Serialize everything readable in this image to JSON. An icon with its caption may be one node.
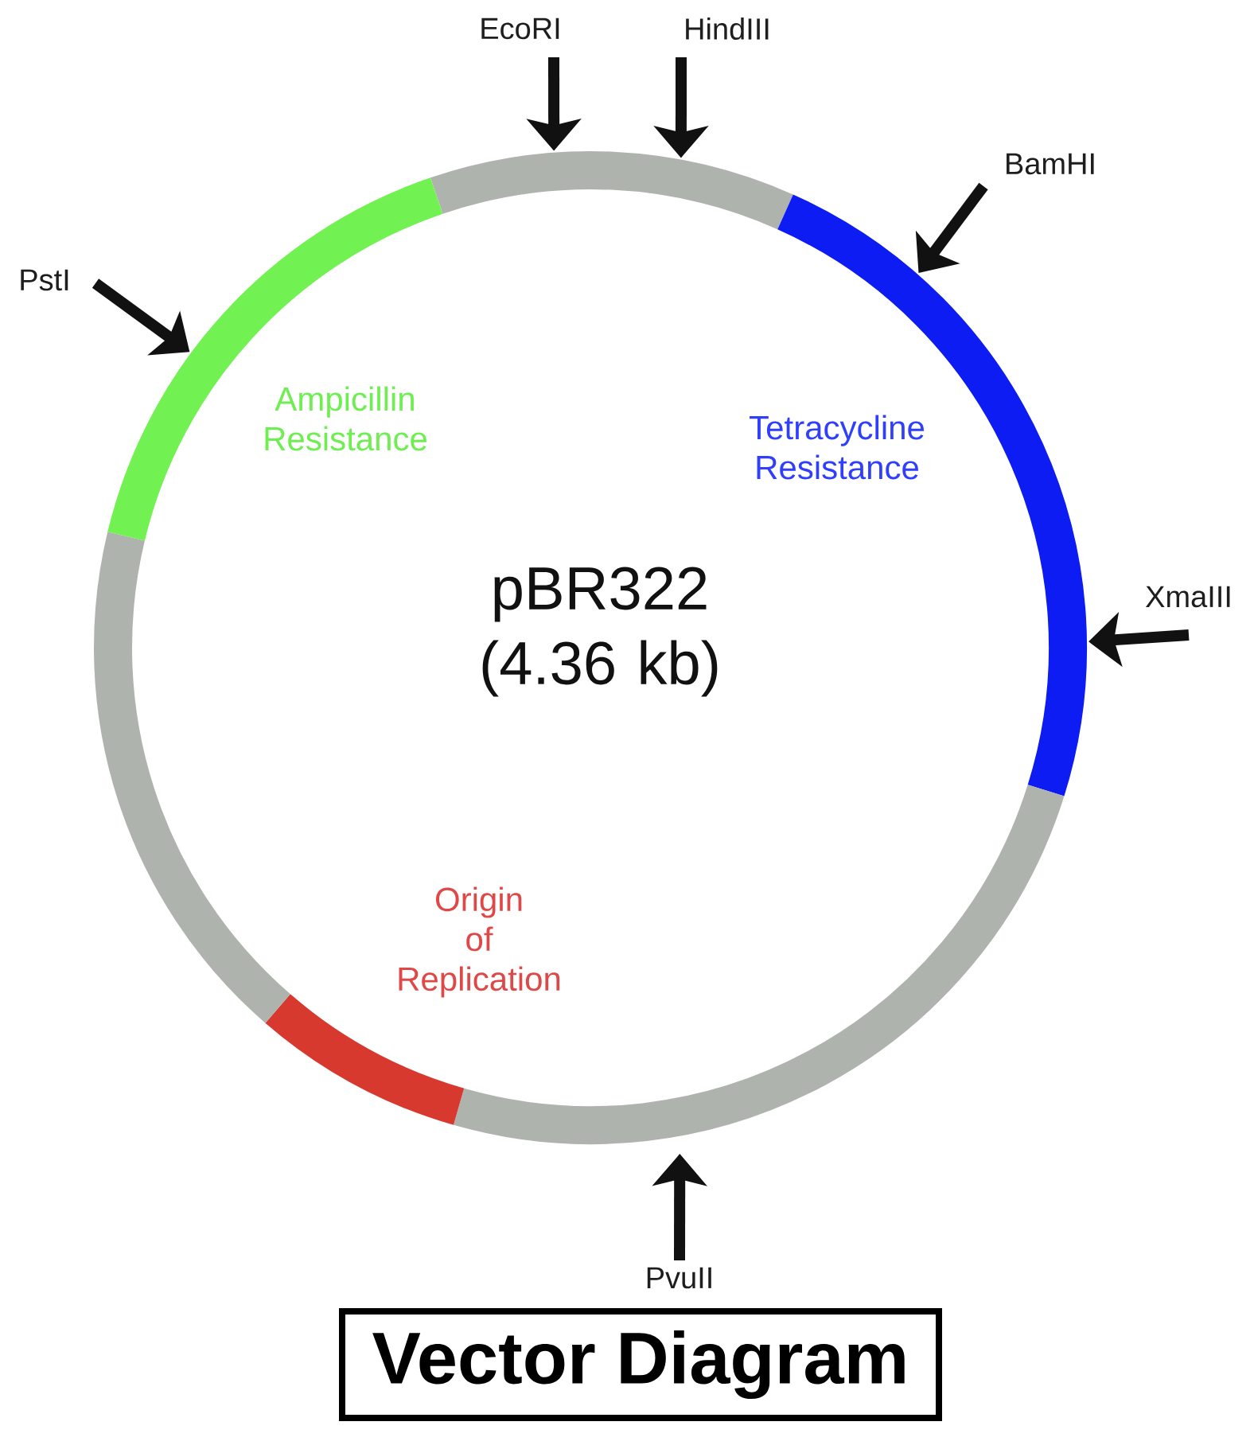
{
  "diagram": {
    "caption": "Vector Diagram",
    "nodes": [
      {
        "text": [
          "EcoRI"
        ]
      },
      {
        "text": [
          "HindIII"
        ]
      },
      {
        "text": [
          "BamHI"
        ]
      },
      {
        "text": [
          "PstI"
        ]
      },
      {
        "text": [
          "XmaIII"
        ]
      },
      {
        "text": [
          "PvuII"
        ]
      },
      {
        "text": [],
        "shape": "arc"
      },
      {
        "text": [
          "Tetracycline Resistance"
        ]
      },
      {
        "text": [],
        "shape": "arc"
      },
      {
        "text": [
          "Origin of Replication"
        ]
      },
      {
        "text": [],
        "shape": "arc"
      },
      {
        "text": [
          "Ampicillin Resistance"
        ]
      }
    ],
    "edges": [
      {
        "from": 0,
        "to": 6,
        "arrow": "to"
      },
      {
        "from": 1,
        "to": 6,
        "arrow": "to"
      },
      {
        "from": 2,
        "to": 7,
        "arrow": "to"
      },
      {
        "from": 3,
        "to": 11,
        "arrow": "to"
      },
      {
        "from": 4,
        "to": 7,
        "arrow": "to"
      },
      {
        "from": 5,
        "to": 8,
        "arrow": "to"
      }
    ],
    "labels": [
      "pBR322 (4.36 kb)"
    ]
  }
}
